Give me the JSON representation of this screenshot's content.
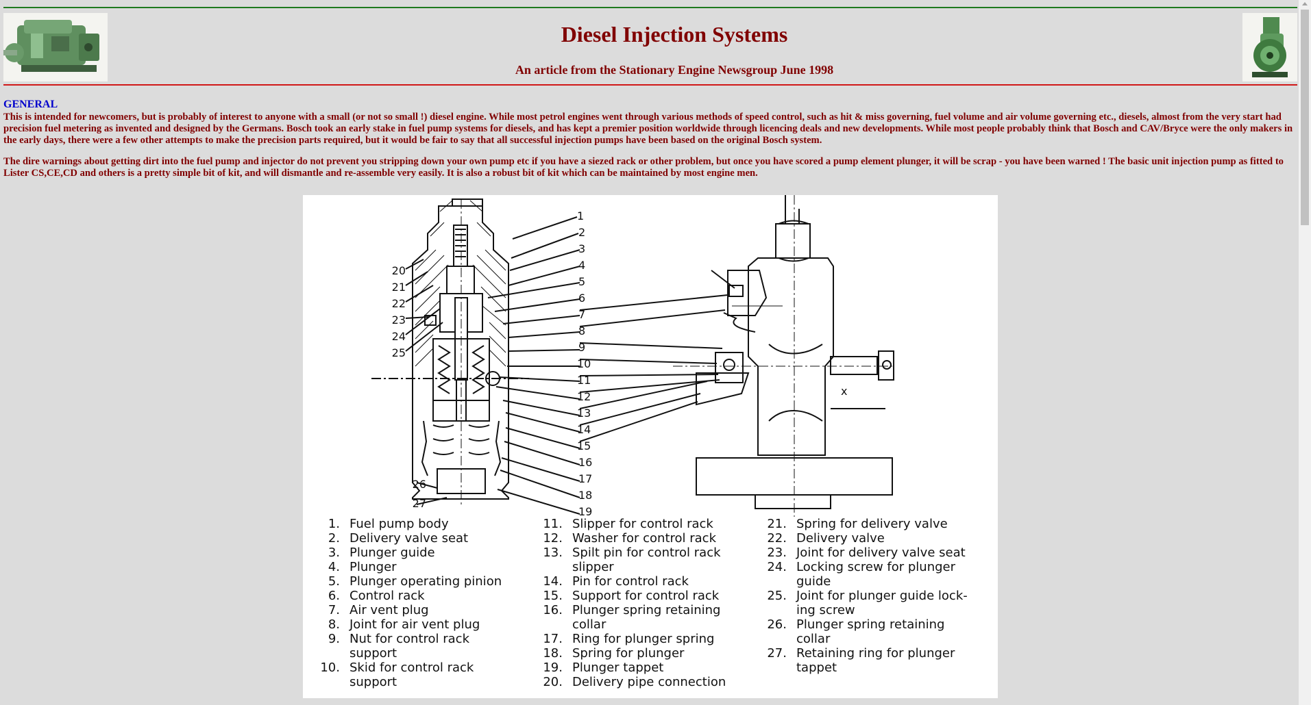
{
  "header": {
    "title": "Diesel Injection Systems",
    "subtitle": "An article from the Stationary Engine Newsgroup June 1998"
  },
  "article": {
    "section_heading": "GENERAL",
    "paragraphs": [
      "This is intended for newcomers, but is probably of interest to anyone with a small (or not so small !) diesel engine. While most petrol engines went through various methods of speed control, such as hit & miss governing, fuel volume and air volume governing etc., diesels, almost from the very start had precision fuel metering as invented and designed by the Germans. Bosch took an early stake in fuel pump systems for diesels, and has kept a premier position worldwide through licencing deals and new developments. While most people probably think that Bosch and CAV/Bryce were the only makers in the early days, there were a few other attempts to make the precision parts required, but it would be fair to say that all successful injection pumps have been based on the original Bosch system.",
      "The dire warnings about getting dirt into the fuel pump and injector do not prevent you stripping down your own pump etc if you have a siezed rack or other problem, but once you have scored a pump element plunger, it will be scrap - you have been warned ! The basic unit injection pump as fitted to Lister CS,CE,CD and others is a pretty simple bit of kit, and will dismantle and re-assemble very easily. It is also a robust bit of kit which can be maintained by most engine men."
    ]
  },
  "figure": {
    "callouts_right": [
      "1",
      "2",
      "3",
      "4",
      "5",
      "6",
      "7",
      "8",
      "9",
      "10",
      "11",
      "12",
      "13",
      "14",
      "15",
      "16",
      "17",
      "18",
      "19"
    ],
    "callouts_left": [
      "20",
      "21",
      "22",
      "23",
      "24",
      "25",
      "26",
      "27"
    ],
    "dimension_mark": "x",
    "legend_col1": [
      {
        "num": "1.",
        "text": "Fuel pump body"
      },
      {
        "num": "2.",
        "text": "Delivery valve seat"
      },
      {
        "num": "3.",
        "text": "Plunger guide"
      },
      {
        "num": "4.",
        "text": "Plunger"
      },
      {
        "num": "5.",
        "text": "Plunger operating pinion"
      },
      {
        "num": "6.",
        "text": "Control rack"
      },
      {
        "num": "7.",
        "text": "Air vent plug"
      },
      {
        "num": "8.",
        "text": "Joint for air vent plug"
      },
      {
        "num": "9.",
        "text": "Nut for control rack\nsupport"
      },
      {
        "num": "10.",
        "text": "Skid for control rack\nsupport"
      }
    ],
    "legend_col2": [
      {
        "num": "11.",
        "text": "Slipper for control rack"
      },
      {
        "num": "12.",
        "text": "Washer for control rack"
      },
      {
        "num": "13.",
        "text": "Spilt pin for control rack\nslipper"
      },
      {
        "num": "14.",
        "text": "Pin for control rack"
      },
      {
        "num": "15.",
        "text": "Support for control rack"
      },
      {
        "num": "16.",
        "text": "Plunger spring retaining\ncollar"
      },
      {
        "num": "17.",
        "text": "Ring for plunger spring"
      },
      {
        "num": "18.",
        "text": "Spring for plunger"
      },
      {
        "num": "19.",
        "text": "Plunger tappet"
      },
      {
        "num": "20.",
        "text": "Delivery pipe connection"
      }
    ],
    "legend_col3": [
      {
        "num": "21.",
        "text": "Spring for delivery valve"
      },
      {
        "num": "22.",
        "text": "Delivery valve"
      },
      {
        "num": "23.",
        "text": "Joint for delivery valve seat"
      },
      {
        "num": "24.",
        "text": "Locking screw for plunger\nguide"
      },
      {
        "num": "25.",
        "text": "Joint for plunger guide lock-\ning screw"
      },
      {
        "num": "26.",
        "text": "Plunger spring retaining\ncollar"
      },
      {
        "num": "27.",
        "text": "Retaining ring for plunger\ntappet"
      }
    ]
  },
  "colors": {
    "background": "#dcdcdc",
    "text": "#800000",
    "heading_blue": "#0000cc",
    "top_rule": "#1f7a1f",
    "header_rule": "#d01818"
  }
}
